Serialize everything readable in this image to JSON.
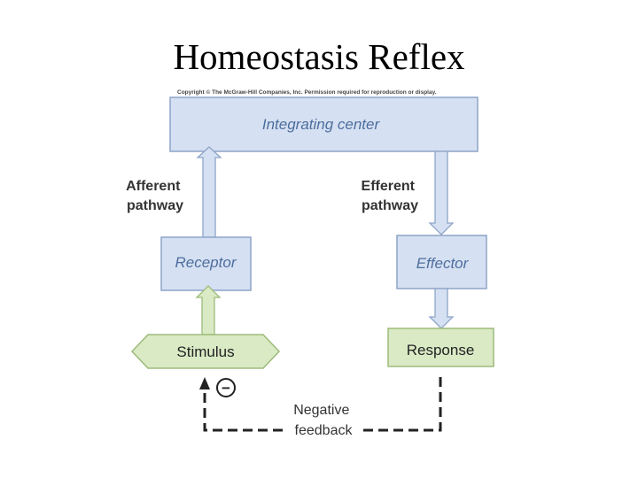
{
  "title": "Homeostasis Reflex",
  "copyright": "Copyright © The McGraw-Hill Companies, Inc. Permission required for reproduction or display.",
  "nodes": {
    "integrating_center": "Integrating center",
    "receptor": "Receptor",
    "effector": "Effector",
    "stimulus": "Stimulus",
    "response": "Response"
  },
  "pathways": {
    "afferent": [
      "Afferent",
      "pathway"
    ],
    "efferent": [
      "Efferent",
      "pathway"
    ]
  },
  "feedback": {
    "label": [
      "Negative",
      "feedback"
    ],
    "sign": "−"
  },
  "colors": {
    "blue_box_fill": "#d5e0f2",
    "blue_box_stroke": "#8ea4c8",
    "blue_text": "#4e6e9e",
    "green_box_fill": "#d9eac5",
    "green_box_stroke": "#9dbb7a",
    "feedback_line": "#222222"
  }
}
